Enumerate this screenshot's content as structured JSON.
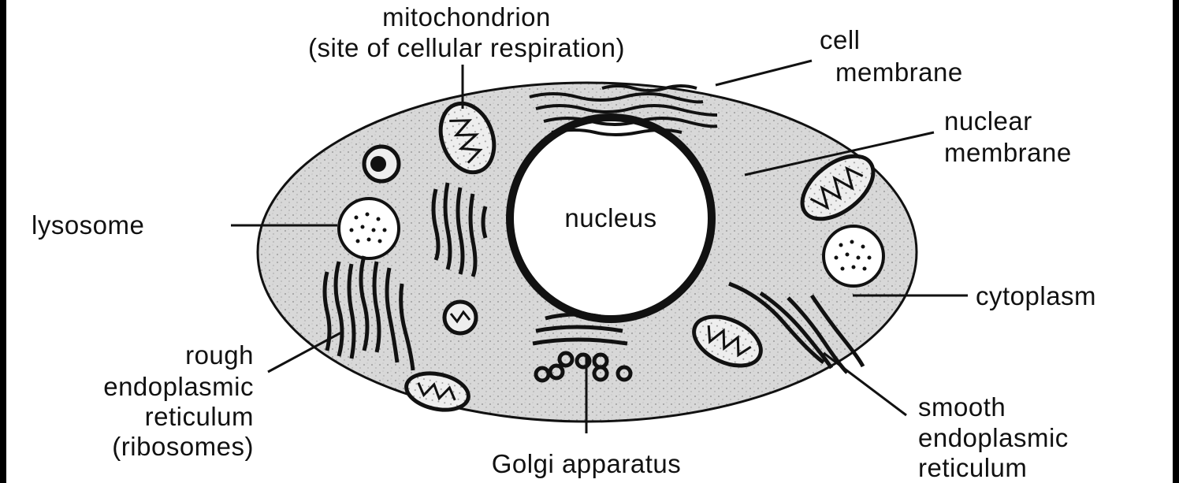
{
  "labels": {
    "mitochondrion": {
      "line1": "mitochondrion",
      "line2": "(site of cellular respiration)"
    },
    "cell_membrane": {
      "line1": "cell",
      "line2": "membrane"
    },
    "nuclear_membrane": {
      "line1": "nuclear",
      "line2": "membrane"
    },
    "lysosome": "lysosome",
    "nucleus": "nucleus",
    "cytoplasm": "cytoplasm",
    "rough_er": {
      "line1": "rough",
      "line2": "endoplasmic",
      "line3": "reticulum",
      "line4": "(ribosomes)"
    },
    "golgi": "Golgi apparatus",
    "smooth_er": {
      "line1": "smooth",
      "line2": "endoplasmic",
      "line3": "reticulum"
    }
  },
  "colors": {
    "ink": "#111111",
    "cytoplasm_fill": "#d4d4d4",
    "background": "#ffffff"
  }
}
